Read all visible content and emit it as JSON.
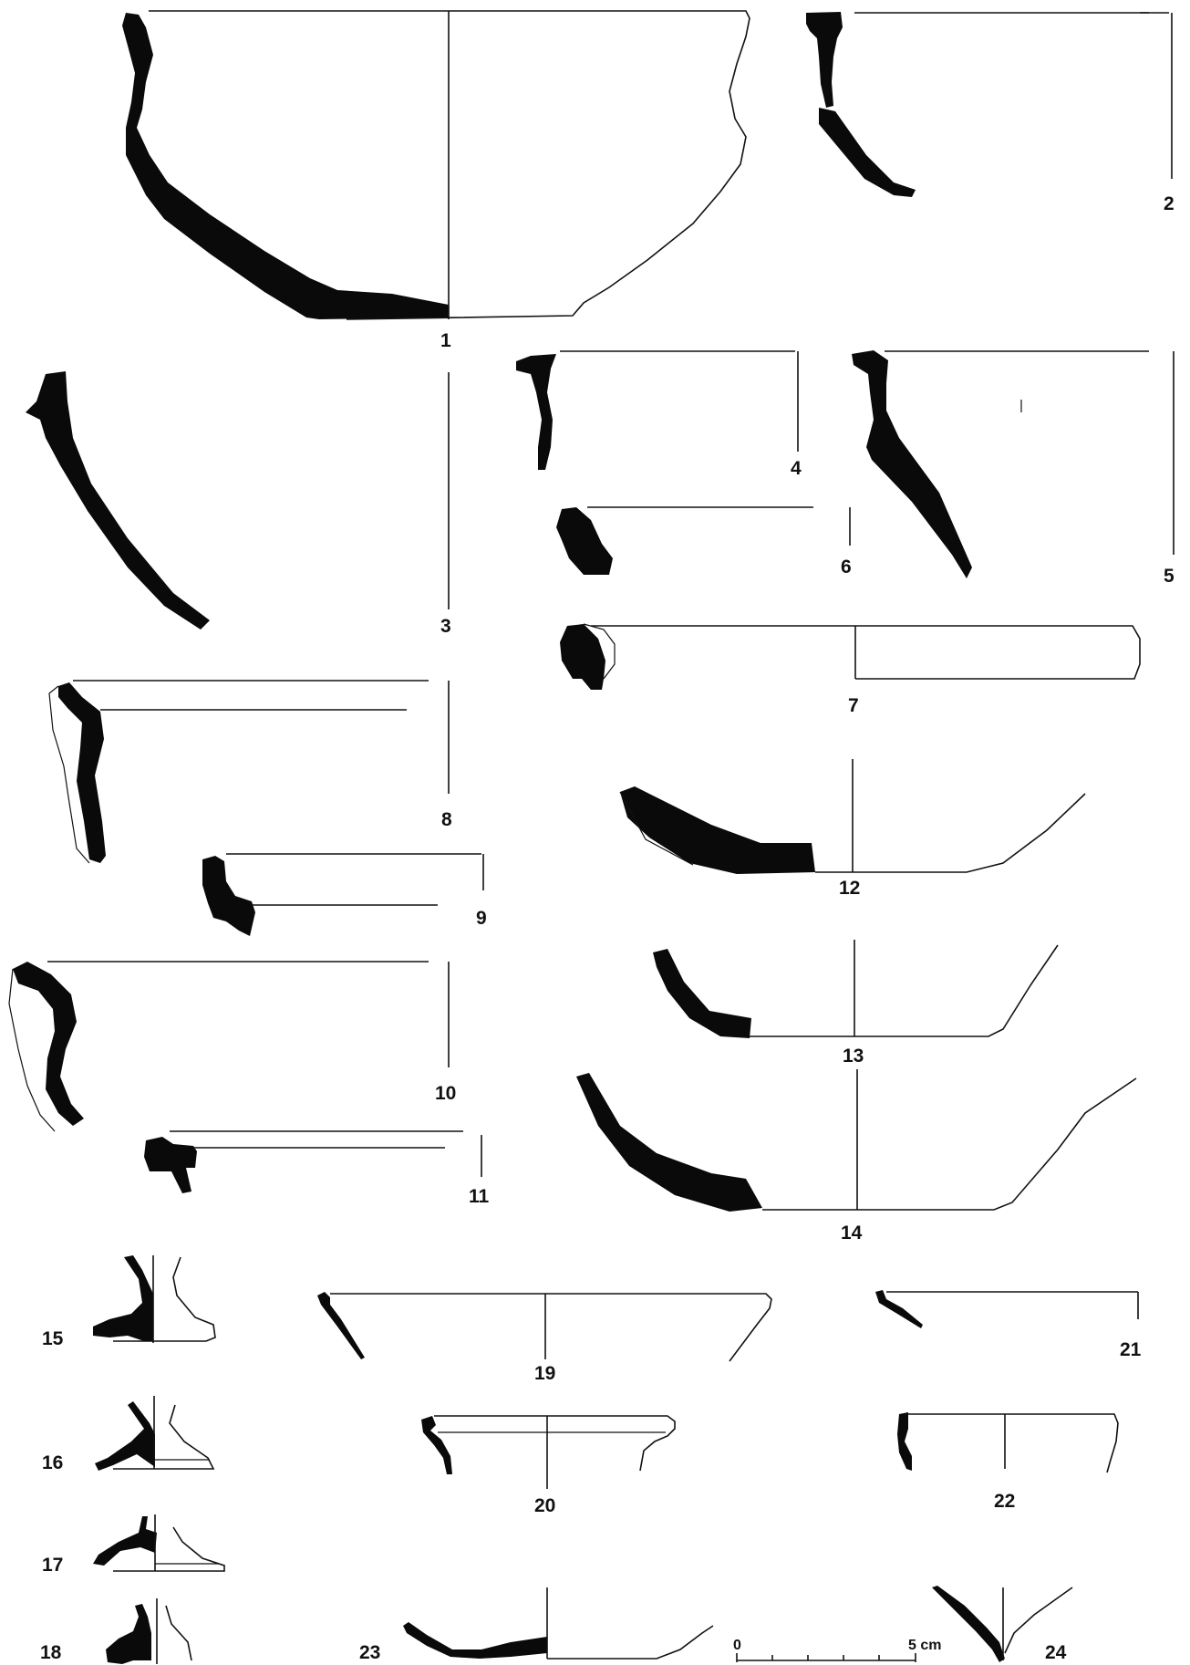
{
  "plate": {
    "figure_numbers": [
      "1",
      "2",
      "3",
      "4",
      "5",
      "6",
      "7",
      "8",
      "9",
      "10",
      "11",
      "12",
      "13",
      "14",
      "15",
      "16",
      "17",
      "18",
      "19",
      "20",
      "21",
      "22",
      "23",
      "24"
    ]
  },
  "scale_bar": {
    "start_label": "0",
    "end_label": "5 cm",
    "length_cm": 5
  }
}
